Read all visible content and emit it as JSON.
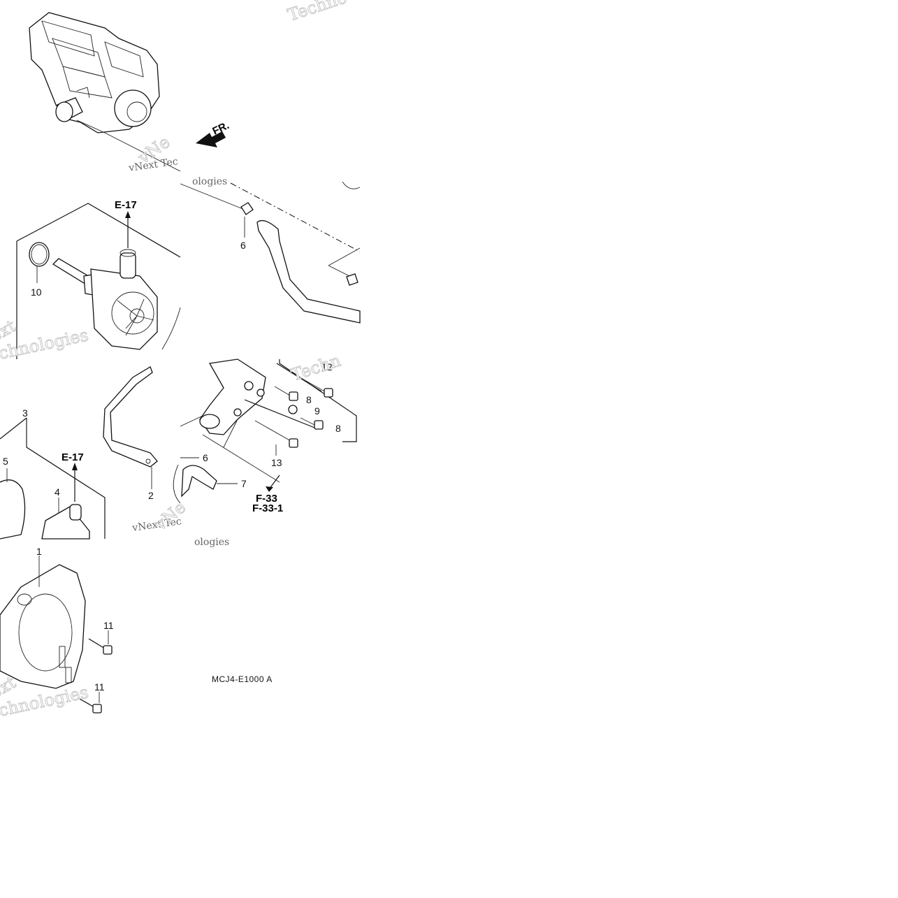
{
  "watermarks": {
    "tile_watermark_short": "Techno",
    "tile_text_a": "vNext Tec",
    "tile_text_b": "ologies",
    "tile_text_c": "ext",
    "tile_text_d": "chnologies",
    "tile_text_e": "vNe",
    "tile_text_f": "Techn"
  },
  "orientation": {
    "label": "FR."
  },
  "references": {
    "e17_upper": "E-17",
    "e17_lower": "E-17",
    "f33": "F-33",
    "f33_1": "F-33-1"
  },
  "callouts": {
    "c1": "1",
    "c2": "2",
    "c3": "3",
    "c4": "4",
    "c5": "5",
    "c6a": "6",
    "c6b": "6",
    "c7": "7",
    "c8a": "8",
    "c8b": "8",
    "c9": "9",
    "c10": "10",
    "c11a": "11",
    "c11b": "11",
    "c12": "12",
    "c13": "13"
  },
  "diagram_code": "MCJ4-E1000 A"
}
